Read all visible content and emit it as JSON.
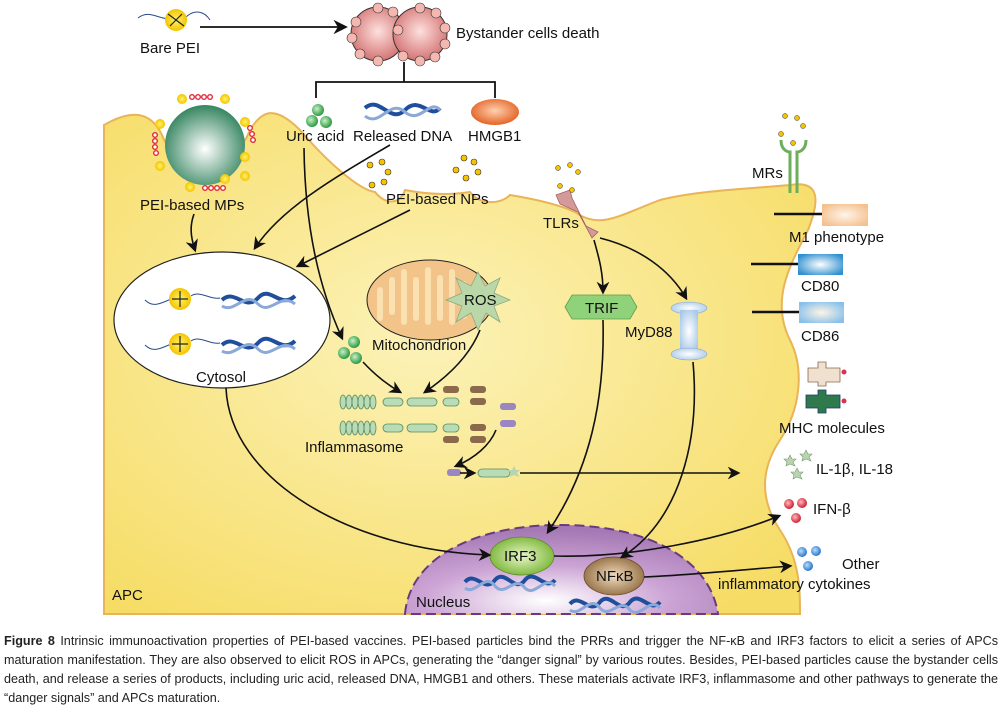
{
  "figure": {
    "labels": {
      "bare_pei": "Bare PEI",
      "bystander": "Bystander cells death",
      "uric_acid": "Uric acid",
      "released_dna": "Released DNA",
      "hmgb1": "HMGB1",
      "pei_mps": "PEI-based MPs",
      "pei_nps": "PEI-based NPs",
      "tlrs": "TLRs",
      "mrs": "MRs",
      "m1": "M1 phenotype",
      "cd80": "CD80",
      "cd86": "CD86",
      "trif": "TRIF",
      "myd88": "MyD88",
      "ros": "ROS",
      "mitochondrion": "Mitochondrion",
      "cytosol": "Cytosol",
      "inflammasome": "Inflammasome",
      "mhc": "MHC molecules",
      "il": "IL-1β, IL-18",
      "ifn": "IFN-β",
      "other1": "Other",
      "other2": "inflammatory cytokines",
      "irf3": "IRF3",
      "nfkb": "NFκB",
      "nucleus": "Nucleus",
      "apc": "APC"
    },
    "colors": {
      "cell": "#f8e27a",
      "cell_edge": "#e9b458",
      "nucleus": "#b98cc4",
      "irf3": "#8cc43c",
      "nfkb": "#9c7a4a",
      "trif": "#8fd27a",
      "myd88": "#b8d4ee",
      "ros": "#b9d7a8",
      "mito": "#f3c48a",
      "uric": "#3fae4f",
      "hmgb1": "#ea6a28",
      "ifn": "#d83040",
      "cytokine": "#3a8ad8",
      "cd80": "#3b98d4",
      "cd86": "#8cc4ec",
      "m1": "#f6c89a",
      "tlr": "#d49a9a",
      "mr": "#6cae5a"
    }
  },
  "caption": {
    "label": "Figure 8",
    "text": "Intrinsic immunoactivation properties of PEI-based vaccines. PEI-based particles bind the PRRs and trigger the NF-κB and IRF3 factors to elicit a series of APCs maturation manifestation. They are also observed to elicit ROS in APCs, generating the “danger signal” by various routes. Besides, PEI-based particles cause the bystander cells death, and release a series of products, including uric acid, released DNA, HMGB1 and others. These materials activate IRF3, inflammasome and other pathways to generate the “danger signals” and APCs maturation."
  }
}
